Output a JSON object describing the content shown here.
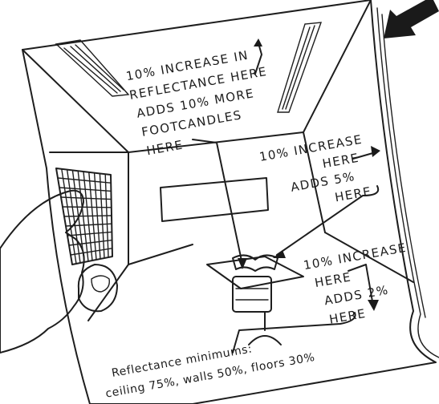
{
  "figure": {
    "note_ceiling": {
      "lines": [
        "10% INCREASE IN",
        "REFLECTANCE HERE",
        "ADDS 10% MORE",
        "FOOTCANDLES",
        "HERE"
      ]
    },
    "note_walls": {
      "lines": [
        "10% INCREASE",
        "HERE",
        "ADDS 5%",
        "HERE"
      ]
    },
    "note_floor": {
      "lines": [
        "10% INCREASE",
        "HERE",
        "ADDS 2%",
        "HERE"
      ]
    },
    "caption": {
      "lines": [
        "Reflectance minimums:",
        "ceiling 75%, walls 50%, floors 30%"
      ]
    }
  },
  "colors": {
    "paper": "#ffffff",
    "ink": "#1e1e1e",
    "window_fill": "#d9d9d9",
    "arrow_fill": "#1a1a1a"
  }
}
